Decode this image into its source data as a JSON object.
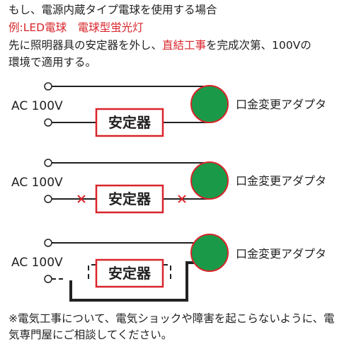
{
  "header": {
    "line1": "もし、電源内蔵タイプ電球を使用する場合",
    "example_label": "例:LED電球　電球型蛍光灯",
    "line3_pre": "先に照明器具の安定器を外し、",
    "line3_red": "直結工事",
    "line3_post": "を完成次第、100Vの",
    "line4": "環境で適用する。"
  },
  "diagrams": [
    {
      "ac_label": "AC 100V",
      "ballast_label": "安定器",
      "adapter_label": "口金変更アダプタ"
    },
    {
      "ac_label": "AC 100V",
      "ballast_label": "安定器",
      "adapter_label": "口金変更アダプタ"
    },
    {
      "ac_label": "AC 100V",
      "ballast_label": "安定器",
      "adapter_label": "口金変更アダプタ"
    }
  ],
  "footer": {
    "line1": "※電気工事について、電気ショックや障害を起こらないように、電",
    "line2": "気専門屋にご相談してください。"
  },
  "colors": {
    "accent_red": "#d9252b",
    "bulb_green": "#1a9a48",
    "wire": "#222222"
  }
}
